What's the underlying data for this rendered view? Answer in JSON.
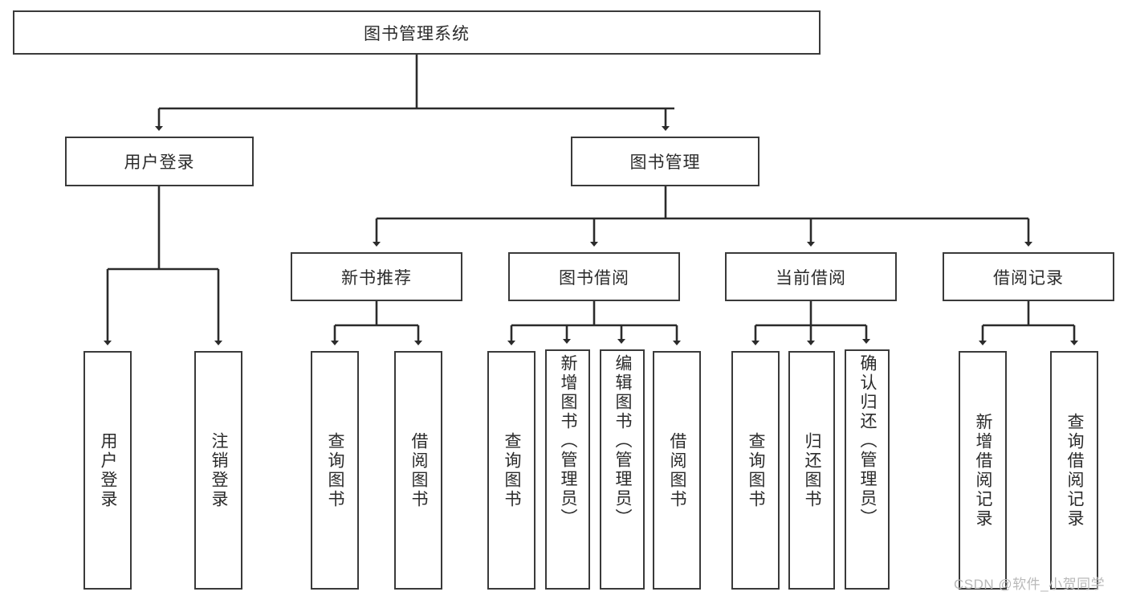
{
  "diagram": {
    "type": "hierarchy-tree",
    "title": "图书管理系统",
    "watermark": "CSDN @软件_小贺同学",
    "colors": {
      "box_border": "#3a3a3a",
      "box_fill": "#ffffff",
      "connector": "#2b2b2b",
      "text": "#2b2b2b",
      "watermark": "#b9b9b9"
    },
    "levels": [
      {
        "level": 1,
        "nodes": [
          {
            "id": "root",
            "label": "图书管理系统",
            "orientation": "horizontal"
          }
        ]
      },
      {
        "level": 2,
        "nodes": [
          {
            "id": "user-login",
            "label": "用户登录",
            "orientation": "horizontal",
            "parent": "root"
          },
          {
            "id": "book-manage",
            "label": "图书管理",
            "orientation": "horizontal",
            "parent": "root"
          }
        ]
      },
      {
        "level": 3,
        "nodes": [
          {
            "id": "new-book-rec",
            "label": "新书推荐",
            "orientation": "horizontal",
            "parent": "book-manage"
          },
          {
            "id": "book-borrow",
            "label": "图书借阅",
            "orientation": "horizontal",
            "parent": "book-manage"
          },
          {
            "id": "current-borrow",
            "label": "当前借阅",
            "orientation": "horizontal",
            "parent": "book-manage"
          },
          {
            "id": "borrow-record",
            "label": "借阅记录",
            "orientation": "horizontal",
            "parent": "book-manage"
          }
        ]
      },
      {
        "level": 4,
        "nodes": [
          {
            "id": "leaf-user-login",
            "label": "用户登录",
            "orientation": "vertical",
            "parent": "user-login"
          },
          {
            "id": "leaf-logout",
            "label": "注销登录",
            "orientation": "vertical",
            "parent": "user-login"
          },
          {
            "id": "leaf-query-book-1",
            "label": "查询图书",
            "orientation": "vertical",
            "parent": "new-book-rec"
          },
          {
            "id": "leaf-borrow-book-1",
            "label": "借阅图书",
            "orientation": "vertical",
            "parent": "new-book-rec"
          },
          {
            "id": "leaf-query-book-2",
            "label": "查询图书",
            "orientation": "vertical",
            "parent": "book-borrow"
          },
          {
            "id": "leaf-add-book",
            "label": "新增图书（管理员）",
            "orientation": "vertical",
            "parent": "book-borrow"
          },
          {
            "id": "leaf-edit-book",
            "label": "编辑图书（管理员）",
            "orientation": "vertical",
            "parent": "book-borrow"
          },
          {
            "id": "leaf-borrow-book-2",
            "label": "借阅图书",
            "orientation": "vertical",
            "parent": "book-borrow"
          },
          {
            "id": "leaf-query-book-3",
            "label": "查询图书",
            "orientation": "vertical",
            "parent": "current-borrow"
          },
          {
            "id": "leaf-return-book",
            "label": "归还图书",
            "orientation": "vertical",
            "parent": "current-borrow"
          },
          {
            "id": "leaf-confirm-return",
            "label": "确认归还（管理员）",
            "orientation": "vertical",
            "parent": "current-borrow"
          },
          {
            "id": "leaf-add-record",
            "label": "新增借阅记录",
            "orientation": "vertical",
            "parent": "borrow-record"
          },
          {
            "id": "leaf-query-record",
            "label": "查询借阅记录",
            "orientation": "vertical",
            "parent": "borrow-record"
          }
        ]
      }
    ]
  }
}
